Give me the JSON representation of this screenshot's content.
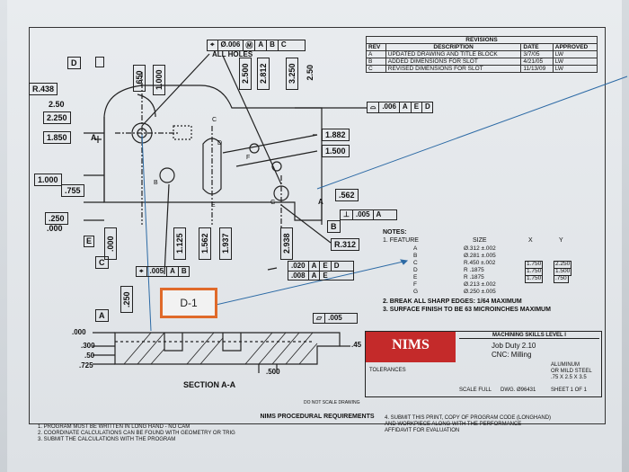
{
  "fcf_top": {
    "sym": "⌖",
    "tol": "Ø.006",
    "mod": "Ⓜ",
    "datums": [
      "A",
      "B",
      "C"
    ],
    "note": "ALL HOLES"
  },
  "datum_labels": {
    "d": "D",
    "c_top": "C",
    "a": "A",
    "b": "B",
    "e": "E",
    "f": "F",
    "g": "G",
    "c_lower": "C",
    "a_lower": "A",
    "b_right": "B"
  },
  "left_dims": [
    "R.438",
    "2.50",
    "2.250",
    "1.850",
    "1.000",
    ".755",
    ".250",
    ".000"
  ],
  "top_vdims": [
    ".650",
    "1.000",
    "2.500",
    "2.812",
    "3.250",
    "2.50"
  ],
  "bottom_vdims": [
    ".000",
    "1.125",
    "1.562",
    "1.937",
    "2.938"
  ],
  "mid_vdim": ".250",
  "right_dims": {
    "d1": "1.882",
    "d2": "1.500",
    "d3": ".562",
    "r": "R.312"
  },
  "fcf_profile": {
    "tol": ".006",
    "datums": [
      "A",
      "E",
      "D"
    ]
  },
  "fcf_perp": {
    "tol": ".005",
    "datum": "A"
  },
  "fcf_pos_small": {
    "tol": ".005",
    "datums": [
      "A",
      "B"
    ]
  },
  "fcf_pos_1": {
    "tol": ".020",
    "datums": [
      "A",
      "E",
      "D"
    ]
  },
  "fcf_pos_2": {
    "tol": ".008",
    "datums": [
      "A",
      "E"
    ]
  },
  "fcf_flat": {
    "tol": ".005"
  },
  "corner_labels": {
    "c": "C",
    "d": "D",
    "b": "B",
    "e": "E",
    "f": "F",
    "g": "G"
  },
  "section": {
    "label": "SECTION A-A",
    "left": [
      ".000",
      ".300",
      ".50",
      ".725"
    ],
    "r": ".45",
    "b": ".500"
  },
  "callout": "D-1",
  "revisions": {
    "title": "REVISIONS",
    "headers": [
      "REV",
      "DESCRIPTION",
      "DATE",
      "APPROVED"
    ],
    "rows": [
      [
        "A",
        "UPDATED DRAWING AND TITLE BLOCK",
        "3/7/05",
        "LW"
      ],
      [
        "B",
        "ADDED DIMENSIONS FOR SLOT",
        "4/21/05",
        "LW"
      ],
      [
        "C",
        "REVISED DIMENSIONS FOR SLOT",
        "11/13/09",
        "LW"
      ]
    ]
  },
  "notes": {
    "title": "NOTES:",
    "feature_hdr": "1.  FEATURE",
    "size_hdr": "SIZE",
    "x_hdr": "X",
    "y_hdr": "Y",
    "rows": [
      [
        "A",
        "Ø.312 ±.002",
        "",
        ""
      ],
      [
        "B",
        "Ø.281 ±.005",
        "",
        ""
      ],
      [
        "C",
        "R.450 ±.002",
        "1.750",
        "2.250"
      ],
      [
        "D",
        "R .1875",
        "1.750",
        "1.500"
      ],
      [
        "E",
        "R .1875",
        "1.750",
        ".750"
      ],
      [
        "F",
        "Ø.213 ±.002",
        "",
        ""
      ],
      [
        "G",
        "Ø.250 ±.005",
        "",
        ""
      ]
    ],
    "n2": "2. BREAK ALL SHARP EDGES: 1/64 MAXIMUM",
    "n3": "3. SURFACE FINISH TO BE 63 MICROINCHES MAXIMUM"
  },
  "title_block": {
    "brand": "NIMS",
    "level": "MACHINING SKILLS LEVEL I",
    "job1": "Job Duty 2.10",
    "job2": "CNC: Milling",
    "material": "ALUMINUM",
    "material2": "OR MILD STEEL",
    "size": ".75 X 2.5 X 3.5",
    "scale": "SCALE  FULL",
    "dwg": "DWG. Ø96431",
    "sheet": "SHEET 1 OF 1",
    "tol": "TOLERANCES",
    "do_not_scale": "DO NOT SCALE DRAWING"
  },
  "requirements": {
    "title": "NIMS PROCEDURAL REQUIREMENTS",
    "l1": "1. PROGRAM MUST BE WRITTEN IN LONG HAND - NO CAM",
    "l2": "2. COORDINATE CALCULATIONS CAN BE FOUND WITH GEOMETRY OR TRIG",
    "l3": "3. SUBMIT THE CALCULATIONS WITH THE PROGRAM",
    "r1": "4. SUBMIT THIS PRINT, COPY OF PROGRAM CODE (LONGHAND)",
    "r2": "AND WORKPIECE ALONG WITH THE PERFORMANCE",
    "r3": "AFFIDAVIT FOR EVALUATION"
  }
}
